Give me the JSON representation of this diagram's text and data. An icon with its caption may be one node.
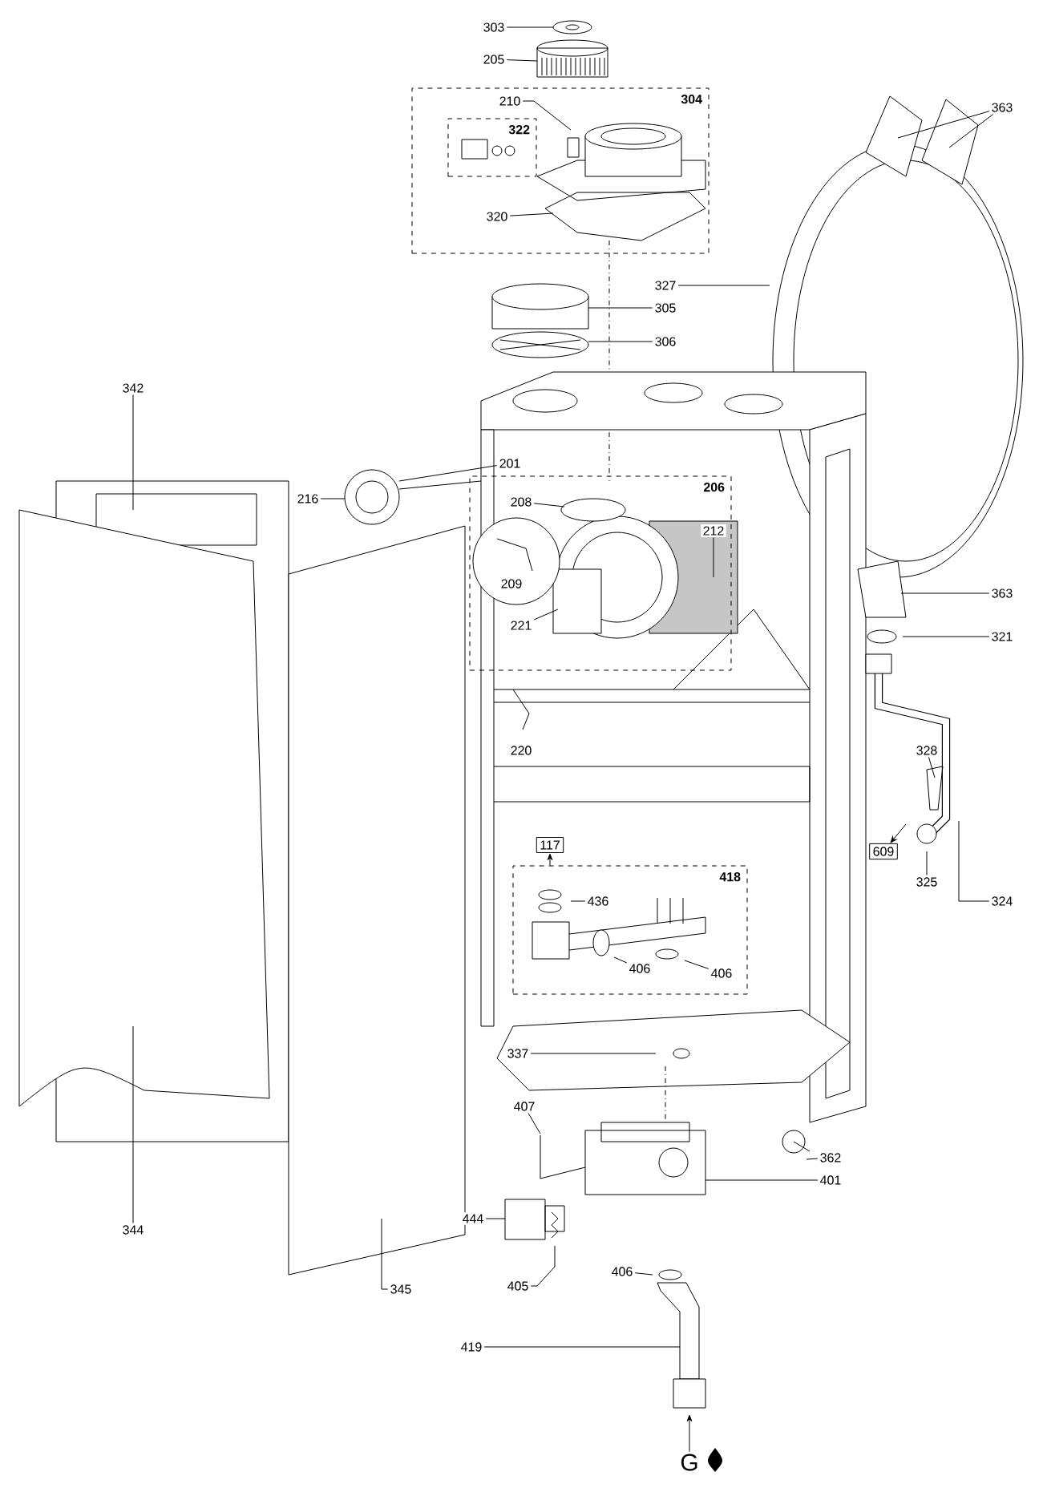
{
  "diagram": {
    "nodes": [
      {
        "text": [
          "304"
        ]
      },
      {
        "text": [
          "322"
        ],
        "in": 0
      },
      {
        "text": [
          "210"
        ],
        "in": 0
      },
      {
        "text": [
          "320"
        ],
        "in": 0
      },
      {
        "text": [
          "206"
        ]
      },
      {
        "text": [
          "209"
        ],
        "in": 4
      },
      {
        "text": [
          "208"
        ],
        "in": 4
      },
      {
        "text": [
          "212"
        ],
        "in": 4
      },
      {
        "text": [
          "221"
        ],
        "in": 4
      },
      {
        "text": [
          "418"
        ]
      },
      {
        "text": [
          "436"
        ],
        "in": 9
      },
      {
        "text": [
          "406"
        ],
        "in": 9
      },
      {
        "text": [
          "406"
        ],
        "in": 9
      },
      {
        "text": [
          "117"
        ]
      },
      {
        "text": [
          "609"
        ]
      },
      {
        "text": [
          "303"
        ]
      },
      {
        "text": [
          "205"
        ]
      },
      {
        "text": [
          "363"
        ]
      },
      {
        "text": [
          "327"
        ]
      },
      {
        "text": [
          "305"
        ]
      },
      {
        "text": [
          "306"
        ]
      },
      {
        "text": [
          "342"
        ]
      },
      {
        "text": [
          "201"
        ]
      },
      {
        "text": [
          "216"
        ]
      },
      {
        "text": [
          "363"
        ]
      },
      {
        "text": [
          "321"
        ]
      },
      {
        "text": [
          "328"
        ]
      },
      {
        "text": [
          "220"
        ]
      },
      {
        "text": [
          "325"
        ]
      },
      {
        "text": [
          "324"
        ]
      },
      {
        "text": [
          "337"
        ]
      },
      {
        "text": [
          "407"
        ]
      },
      {
        "text": [
          "362"
        ]
      },
      {
        "text": [
          "401"
        ]
      },
      {
        "text": [
          "444"
        ]
      },
      {
        "text": [
          "405"
        ]
      },
      {
        "text": [
          "406"
        ]
      },
      {
        "text": [
          "419"
        ]
      },
      {
        "text": [
          "344"
        ]
      },
      {
        "text": [
          "345"
        ]
      },
      {
        "text": [
          "G"
        ]
      }
    ],
    "edges": [
      {
        "from": 15,
        "to": null,
        "arrow": "none"
      },
      {
        "from": 16,
        "to": null,
        "arrow": "none"
      },
      {
        "from": 2,
        "to": null,
        "arrow": "none"
      },
      {
        "from": 3,
        "to": null,
        "arrow": "none"
      },
      {
        "from": 17,
        "to": null,
        "arrow": "none"
      },
      {
        "from": 17,
        "to": null,
        "arrow": "none"
      },
      {
        "from": 18,
        "to": null,
        "arrow": "none"
      },
      {
        "from": 19,
        "to": null,
        "arrow": "none"
      },
      {
        "from": 20,
        "to": null,
        "arrow": "none"
      },
      {
        "from": 21,
        "to": null,
        "arrow": "none"
      },
      {
        "from": 22,
        "to": null,
        "arrow": "none"
      },
      {
        "from": 23,
        "to": null,
        "arrow": "none"
      },
      {
        "from": 6,
        "to": null,
        "arrow": "none"
      },
      {
        "from": 7,
        "to": null,
        "arrow": "none"
      },
      {
        "from": 8,
        "to": null,
        "arrow": "none"
      },
      {
        "from": 24,
        "to": null,
        "arrow": "none"
      },
      {
        "from": 25,
        "to": null,
        "arrow": "none"
      },
      {
        "from": 26,
        "to": null,
        "arrow": "none"
      },
      {
        "from": 28,
        "to": null,
        "arrow": "none"
      },
      {
        "from": 29,
        "to": null,
        "arrow": "none"
      },
      {
        "from": 10,
        "to": null,
        "arrow": "none"
      },
      {
        "from": 11,
        "to": null,
        "arrow": "none"
      },
      {
        "from": 12,
        "to": null,
        "arrow": "none"
      },
      {
        "from": 9,
        "to": 13,
        "arrow": "to"
      },
      {
        "from": null,
        "to": 14,
        "arrow": "to"
      },
      {
        "from": 30,
        "to": null,
        "arrow": "none"
      },
      {
        "from": 31,
        "to": null,
        "arrow": "none"
      },
      {
        "from": 32,
        "to": null,
        "arrow": "none"
      },
      {
        "from": 33,
        "to": null,
        "arrow": "none"
      },
      {
        "from": 34,
        "to": null,
        "arrow": "none"
      },
      {
        "from": 35,
        "to": null,
        "arrow": "none"
      },
      {
        "from": 36,
        "to": null,
        "arrow": "none"
      },
      {
        "from": 37,
        "to": null,
        "arrow": "none"
      },
      {
        "from": 38,
        "to": null,
        "arrow": "none"
      },
      {
        "from": 39,
        "to": null,
        "arrow": "none"
      },
      {
        "from": 40,
        "to": null,
        "arrow": "to"
      }
    ]
  }
}
